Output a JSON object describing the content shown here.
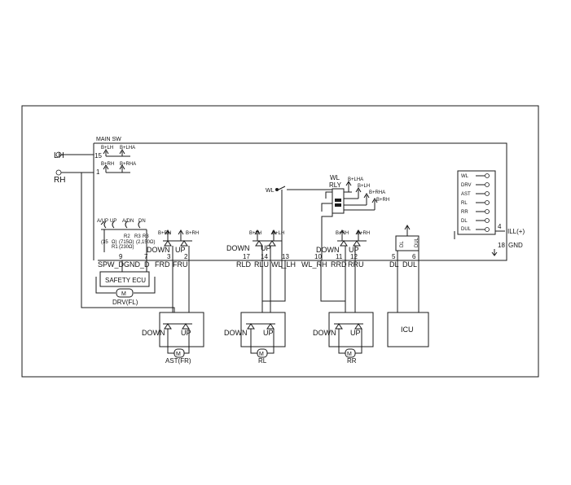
{
  "main_switch": {
    "title": "MAIN SW",
    "left_labels": [
      "LH",
      "RH"
    ],
    "pins": [
      "15",
      "1",
      "9",
      "7"
    ],
    "power": [
      "B+LH",
      "B+LHA",
      "B+RH",
      "B+RHA"
    ],
    "switch_labels": [
      "A/UP",
      "UP",
      "A/DN",
      "DN"
    ],
    "resistors": [
      "R3",
      "R1",
      "R2",
      "R3",
      "(35",
      "Ω)",
      "(715Ω)",
      "(2,150Ω)",
      "(230Ω)"
    ],
    "connector_labels": [
      "SPW_DGND_D",
      "FRD"
    ]
  },
  "safety_ecu": {
    "label": "SAFETY ECU",
    "motor": "DRV(FL)"
  },
  "door_switches": [
    {
      "id": "fr",
      "power": [
        "B+RH"
      ],
      "labels": [
        "DOWN",
        "UP"
      ],
      "pins": [
        "3",
        "2"
      ],
      "pin_labels": [
        "FRD",
        "FRU"
      ]
    },
    {
      "id": "rl",
      "power": [
        "B+LH",
        "B+LH"
      ],
      "labels": [
        "DOWN",
        "UP"
      ],
      "pins": [
        "17",
        "14",
        "13"
      ],
      "pin_labels": [
        "RLD",
        "RLU",
        "WL_LH"
      ]
    },
    {
      "id": "rr",
      "power": [
        "B+RH",
        "B+RH"
      ],
      "labels": [
        "DOWN",
        "UP"
      ],
      "pins": [
        "10",
        "11",
        "12"
      ],
      "pin_labels": [
        "WL_RH",
        "RRD",
        "RRU"
      ]
    }
  ],
  "dl": {
    "pins": [
      "5",
      "6"
    ],
    "pin_labels": [
      "DL",
      "DUL"
    ],
    "side": [
      "DL",
      "DUL"
    ]
  },
  "relay": {
    "label": "WL",
    "sub": "RLY",
    "input": "WL",
    "power": [
      "B+LHA",
      "B+LH",
      "B+RHA",
      "B+RH"
    ]
  },
  "indicator": {
    "labels": [
      "WL",
      "DRV",
      "AST",
      "RL",
      "RR",
      "DL",
      "DUL"
    ],
    "pin": "4",
    "ill": "ILL(+)",
    "gnd_pin": "18",
    "gnd": "GND"
  },
  "sub_switches": [
    {
      "id": "ast",
      "labels": [
        "DOWN",
        "UP"
      ],
      "motor": "AST(FR)"
    },
    {
      "id": "rl",
      "labels": [
        "DOWN",
        "UP"
      ],
      "motor": "RL"
    },
    {
      "id": "rr",
      "labels": [
        "DOWN",
        "UP"
      ],
      "motor": "RR"
    }
  ],
  "icu": {
    "label": "ICU"
  },
  "motor_symbol": "M"
}
